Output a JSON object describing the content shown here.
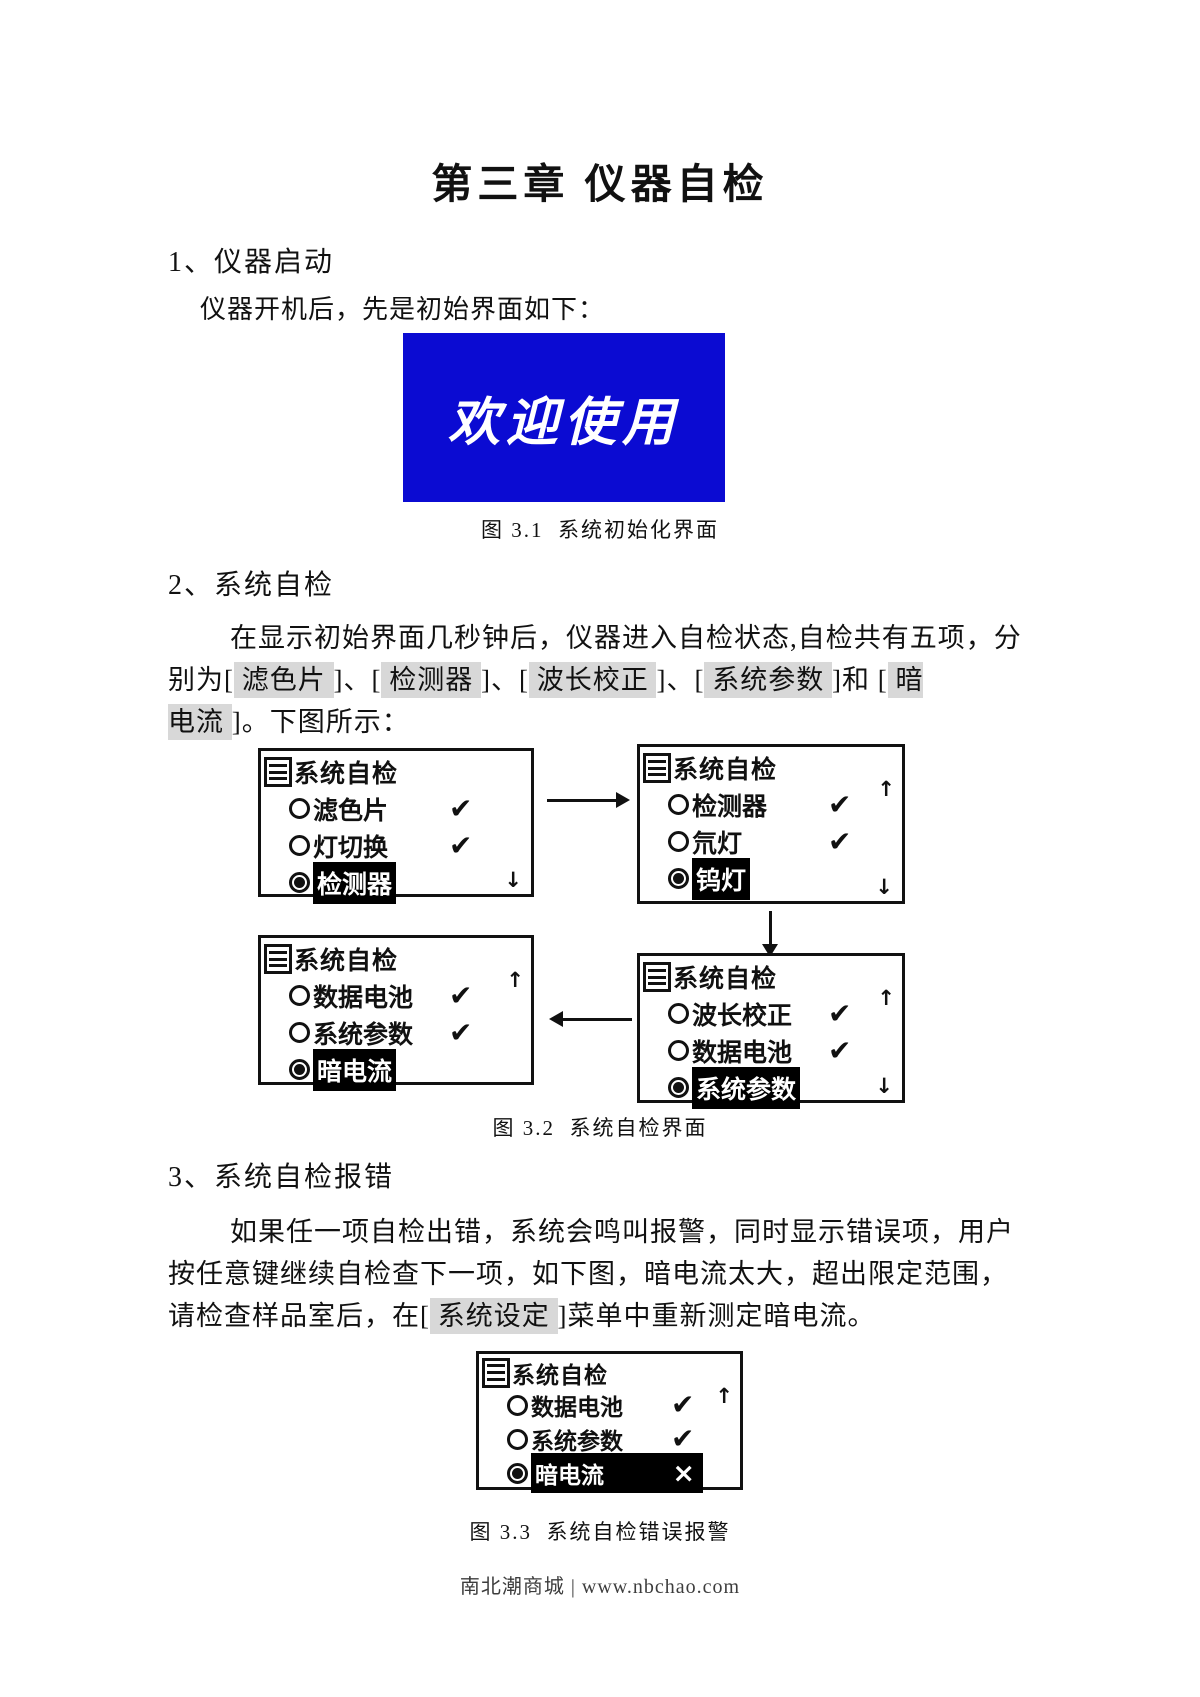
{
  "colors": {
    "welcome_bg": "#0b0bd2",
    "welcome_text": "#ffffff",
    "highlight_bg": "#d8d8d8",
    "footer_text": "#3d3d3d"
  },
  "glyphs": {
    "check": "✔",
    "cross": "×",
    "up": "↑",
    "down": "↓"
  },
  "doc": {
    "title": "第三章 仪器自检",
    "s1_heading": "1、仪器启动",
    "s1_body": "仪器开机后，先是初始界面如下：",
    "welcome_text": "欢迎使用",
    "fig1_caption": "图 3.1  系统初始化界面",
    "s2_heading": "2、系统自检",
    "s2_line1": "在显示初始界面几秒钟后，仪器进入自检状态,自检共有五项，分",
    "s2_line2": {
      "t1": "别为[",
      "h1": " 滤色片 ",
      "t2": "]、[",
      "h2": " 检测器 ",
      "t3": "]、[",
      "h3": " 波长校正 ",
      "t4": "]、[",
      "h4": " 系统参数 ",
      "t5": "]和 [",
      "h5": " 暗"
    },
    "s2_line3": {
      "h6": "电流 ",
      "t6": "]。下图所示："
    },
    "fig2_caption": "图 3.2  系统自检界面",
    "s3_heading": "3、系统自检报错",
    "s3_line1": "如果任一项自检出错，系统会鸣叫报警，同时显示错误项，用户",
    "s3_line2": "按任意键继续自检查下一项，如下图，暗电流太大，超出限定范围，",
    "s3_line3": {
      "t1": "请检查样品室后，在[",
      "h1": " 系统设定 ",
      "t2": "]菜单中重新测定暗电流。"
    },
    "fig3_caption": "图 3.3  系统自检错误报警",
    "footer": "南北潮商城 | www.nbchao.com"
  },
  "screens": {
    "a": {
      "title": "系统自检",
      "rows": [
        {
          "label": "滤色片",
          "status": "pass"
        },
        {
          "label": "灯切换",
          "status": "pass"
        },
        {
          "label": "检测器",
          "status": "active"
        }
      ],
      "scroll_up": false,
      "scroll_down": true
    },
    "b": {
      "title": "系统自检",
      "rows": [
        {
          "label": "检测器",
          "status": "pass"
        },
        {
          "label": "氘灯",
          "status": "pass"
        },
        {
          "label": "钨灯",
          "status": "active"
        }
      ],
      "scroll_up": true,
      "scroll_down": true
    },
    "c": {
      "title": "系统自检",
      "rows": [
        {
          "label": "数据电池",
          "status": "pass"
        },
        {
          "label": "系统参数",
          "status": "pass"
        },
        {
          "label": "暗电流",
          "status": "active"
        }
      ],
      "scroll_up": true,
      "scroll_down": false
    },
    "d": {
      "title": "系统自检",
      "rows": [
        {
          "label": "波长校正",
          "status": "pass"
        },
        {
          "label": "数据电池",
          "status": "pass"
        },
        {
          "label": "系统参数",
          "status": "active"
        }
      ],
      "scroll_up": true,
      "scroll_down": true
    },
    "e": {
      "title": "系统自检",
      "rows": [
        {
          "label": "数据电池",
          "status": "pass"
        },
        {
          "label": "系统参数",
          "status": "pass"
        },
        {
          "label": "暗电流",
          "status": "error"
        }
      ],
      "scroll_up": true,
      "scroll_down": false
    }
  }
}
